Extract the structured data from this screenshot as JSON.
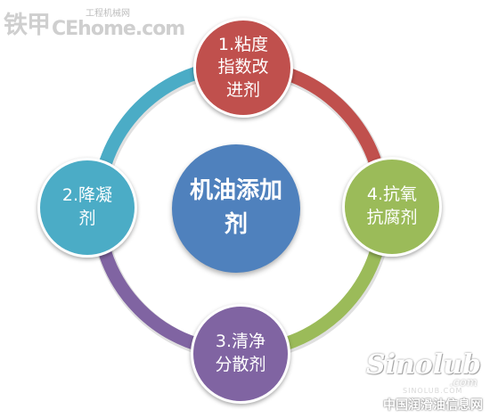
{
  "diagram": {
    "center_label": "机油添加\n剂",
    "nodes": [
      {
        "label": "1.粘度\n指数改\n进剂",
        "color": "#c0504d"
      },
      {
        "label": "2.降凝\n剂",
        "color": "#4bacc6"
      },
      {
        "label": "3.清净\n分散剂",
        "color": "#8064a2"
      },
      {
        "label": "4.抗氧\n抗腐剂",
        "color": "#9bbb59"
      }
    ],
    "center_color": "#4f81bd",
    "ring_segments": [
      {
        "from": "1",
        "to": "4",
        "color": "#c0504d"
      },
      {
        "from": "4",
        "to": "3",
        "color": "#9bbb59"
      },
      {
        "from": "3",
        "to": "2",
        "color": "#8064a2"
      },
      {
        "from": "2",
        "to": "1",
        "color": "#4bacc6"
      }
    ]
  },
  "watermarks": {
    "top_cn": "铁甲",
    "top_en": "CEhome.com",
    "top_small": "工程机械网",
    "bottom_logo": "Sinolub",
    "bottom_dotcom": ".com",
    "bottom_faint": "SINOLUB.COM",
    "bottom_name": "中国润滑油信息网"
  }
}
